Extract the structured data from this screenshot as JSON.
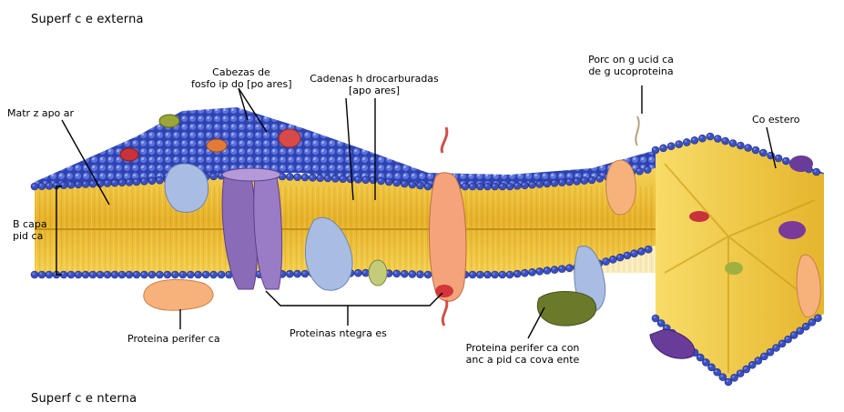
{
  "surfaces": {
    "external": "Superf c e externa",
    "internal": "Superf c e nterna"
  },
  "labels": {
    "polar_heads_line1": "Cabezas de",
    "polar_heads_line2": "fosfo ip do [po ares]",
    "hydrocarbon_line1": "Cadenas h drocarburadas",
    "hydrocarbon_line2": "[apo ares]",
    "glycoprotein_line1": "Porc on g ucid ca",
    "glycoprotein_line2": "de g ucoproteina",
    "matrix": "Matr z apo ar",
    "cholesterol": "Co estero",
    "bilayer_line1": "B capa",
    "bilayer_line2": "pid ca",
    "peripheral": "Proteina perifer ca",
    "integral": "Proteinas ntegra es",
    "lipid_peripheral_line1": "Proteina perifer ca con",
    "lipid_peripheral_line2": "anc a  pid ca cova ente"
  },
  "colors": {
    "head": "#3a4fc0",
    "head_light": "#6f85e8",
    "tail": "#f1c93a",
    "tail_dark": "#c99a16",
    "bilayer_side": "#e7b52a",
    "protein_blue": "#9fb4dc",
    "protein_purple": "#8a6bb8",
    "protein_orange": "#f4a37a",
    "protein_green": "#6b7a2a",
    "protein_red": "#c8323a"
  }
}
